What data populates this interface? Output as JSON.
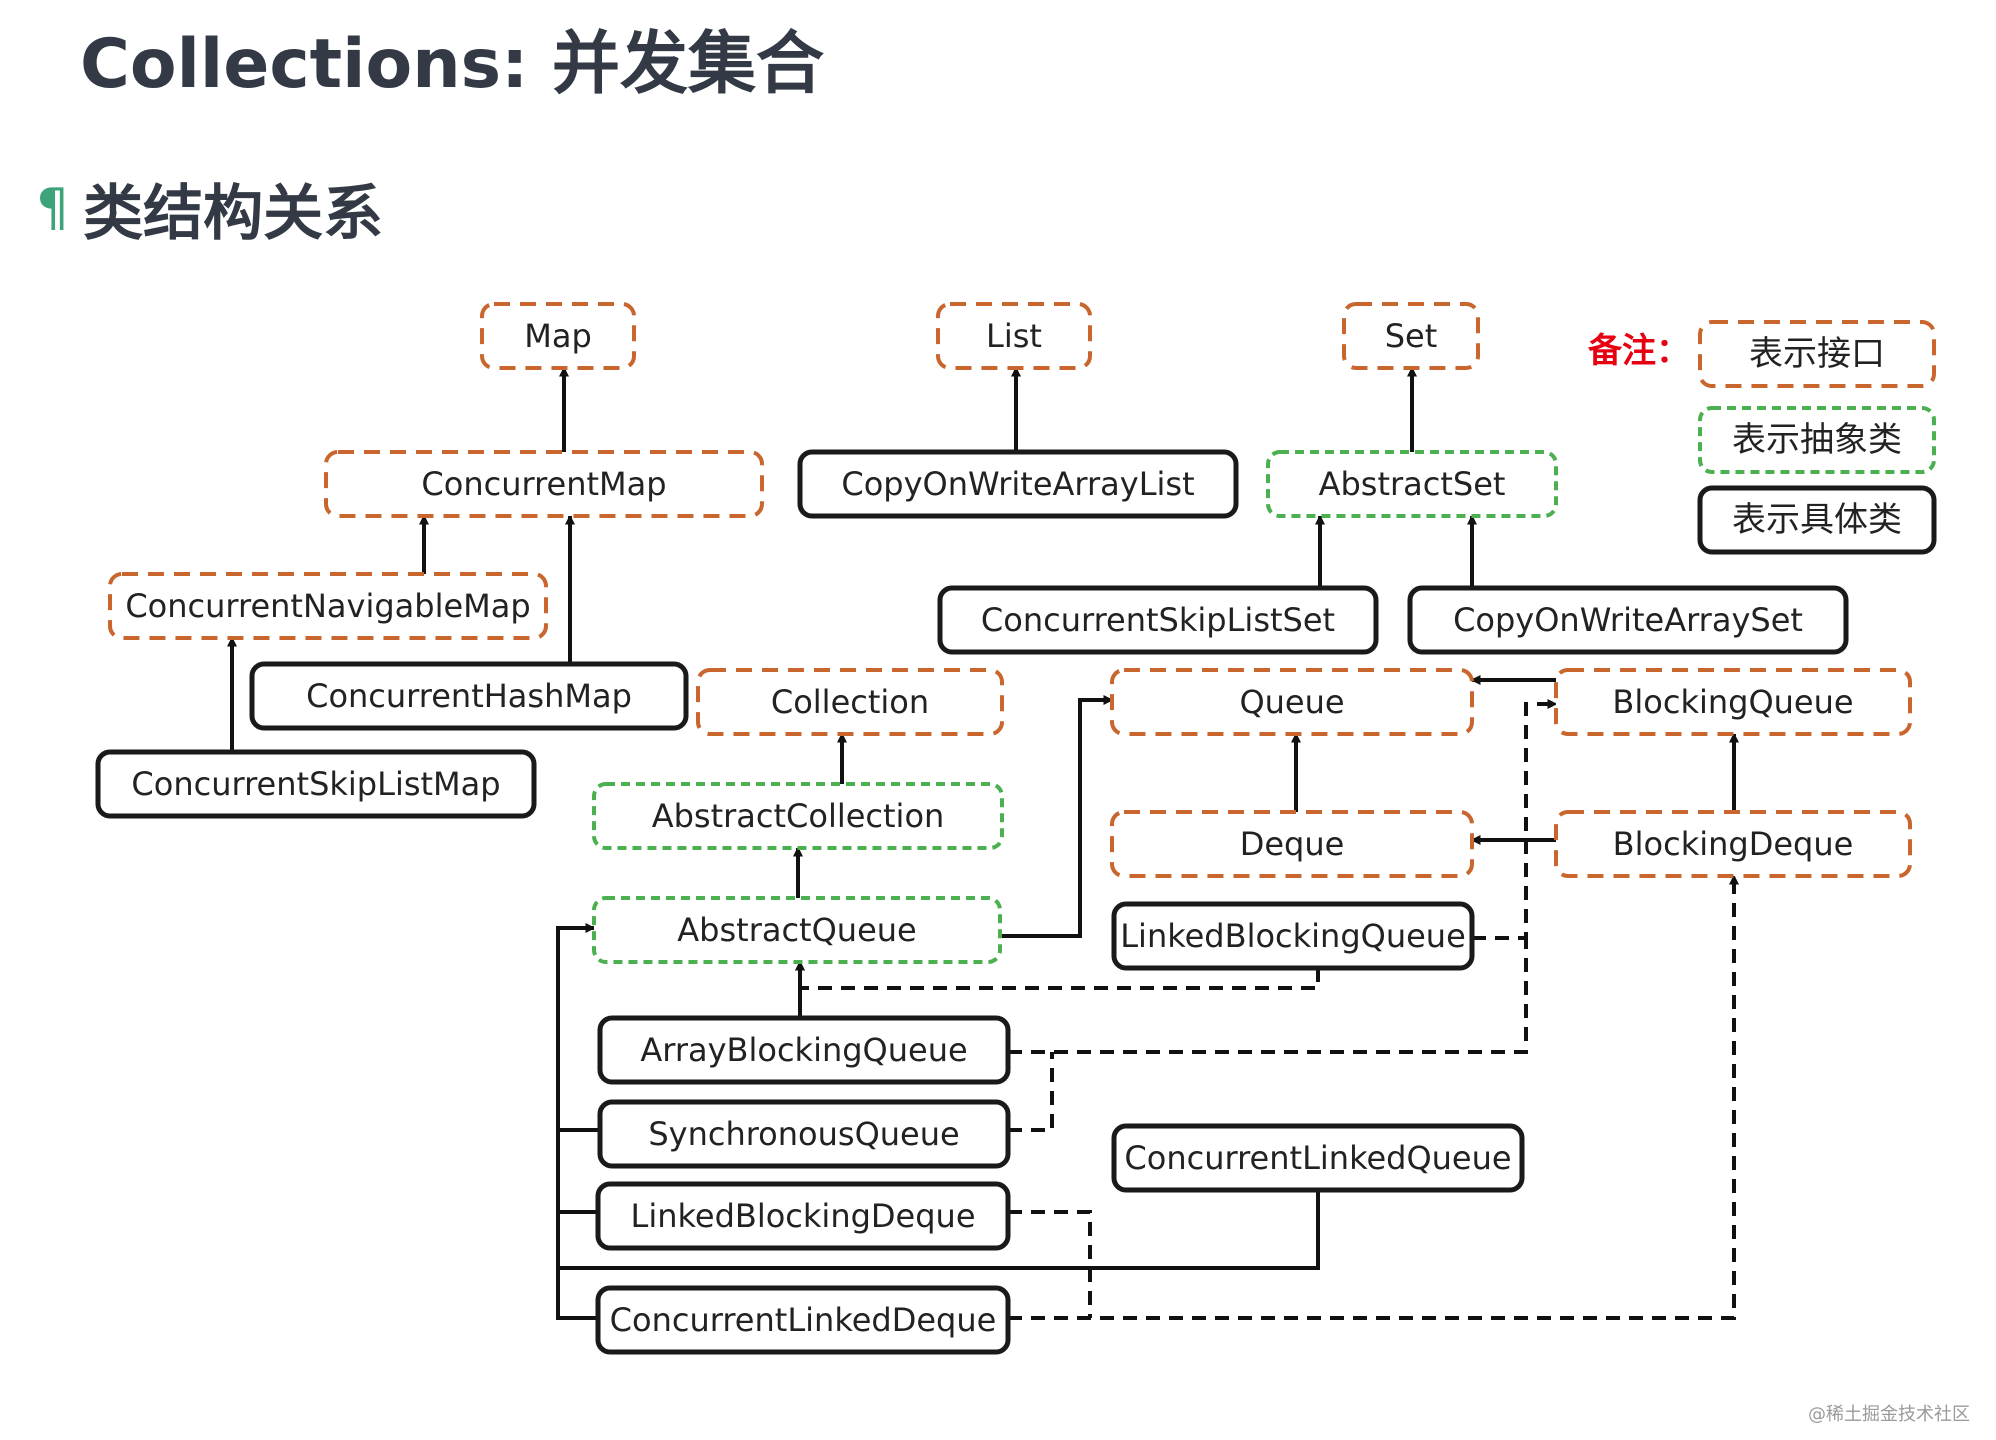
{
  "title": "Collections: 并发集合",
  "section": {
    "marker": "¶",
    "heading": "类结构关系"
  },
  "legend": {
    "title": "备注：",
    "items": [
      {
        "kind": "interface",
        "label": "表示接口"
      },
      {
        "kind": "abstract",
        "label": "表示抽象类"
      },
      {
        "kind": "concrete",
        "label": "表示具体类"
      }
    ]
  },
  "colors": {
    "interface": "#c8662e",
    "abstract": "#4caf50",
    "concrete": "#1a1a1a",
    "edge": "#111111"
  },
  "nodes": [
    {
      "id": "map",
      "kind": "interface",
      "label": "Map"
    },
    {
      "id": "list",
      "kind": "interface",
      "label": "List"
    },
    {
      "id": "set",
      "kind": "interface",
      "label": "Set"
    },
    {
      "id": "concurrentmap",
      "kind": "interface",
      "label": "ConcurrentMap"
    },
    {
      "id": "copyonwritearraylist",
      "kind": "concrete",
      "label": "CopyOnWriteArrayList"
    },
    {
      "id": "abstractset",
      "kind": "abstract",
      "label": "AbstractSet"
    },
    {
      "id": "concurrentnavigablemap",
      "kind": "interface",
      "label": "ConcurrentNavigableMap"
    },
    {
      "id": "concurrentskiplistset",
      "kind": "concrete",
      "label": "ConcurrentSkipListSet"
    },
    {
      "id": "copyonwritearrayset",
      "kind": "concrete",
      "label": "CopyOnWriteArraySet"
    },
    {
      "id": "concurrenthashmap",
      "kind": "concrete",
      "label": "ConcurrentHashMap"
    },
    {
      "id": "collection",
      "kind": "interface",
      "label": "Collection"
    },
    {
      "id": "queue",
      "kind": "interface",
      "label": "Queue"
    },
    {
      "id": "blockingqueue",
      "kind": "interface",
      "label": "BlockingQueue"
    },
    {
      "id": "concurrentskiplistmap",
      "kind": "concrete",
      "label": "ConcurrentSkipListMap"
    },
    {
      "id": "abstractcollection",
      "kind": "abstract",
      "label": "AbstractCollection"
    },
    {
      "id": "deque",
      "kind": "interface",
      "label": "Deque"
    },
    {
      "id": "blockingdeque",
      "kind": "interface",
      "label": "BlockingDeque"
    },
    {
      "id": "abstractqueue",
      "kind": "abstract",
      "label": "AbstractQueue"
    },
    {
      "id": "linkedblockingqueue",
      "kind": "concrete",
      "label": "LinkedBlockingQueue"
    },
    {
      "id": "arrayblockingqueue",
      "kind": "concrete",
      "label": "ArrayBlockingQueue"
    },
    {
      "id": "synchronousqueue",
      "kind": "concrete",
      "label": "SynchronousQueue"
    },
    {
      "id": "concurrentlinkedqueue",
      "kind": "concrete",
      "label": "ConcurrentLinkedQueue"
    },
    {
      "id": "linkedblockingdeque",
      "kind": "concrete",
      "label": "LinkedBlockingDeque"
    },
    {
      "id": "concurrentlinkeddeque",
      "kind": "concrete",
      "label": "ConcurrentLinkedDeque"
    }
  ],
  "edges": [
    {
      "from": "concurrentmap",
      "to": "map",
      "style": "solid"
    },
    {
      "from": "copyonwritearraylist",
      "to": "list",
      "style": "solid"
    },
    {
      "from": "abstractset",
      "to": "set",
      "style": "solid"
    },
    {
      "from": "concurrentnavigablemap",
      "to": "concurrentmap",
      "style": "solid"
    },
    {
      "from": "concurrenthashmap",
      "to": "concurrentmap",
      "style": "solid"
    },
    {
      "from": "concurrentskiplistset",
      "to": "abstractset",
      "style": "solid"
    },
    {
      "from": "copyonwritearrayset",
      "to": "abstractset",
      "style": "solid"
    },
    {
      "from": "concurrentskiplistmap",
      "to": "concurrentnavigablemap",
      "style": "solid"
    },
    {
      "from": "abstractcollection",
      "to": "collection",
      "style": "solid"
    },
    {
      "from": "abstractqueue",
      "to": "abstractcollection",
      "style": "solid"
    },
    {
      "from": "abstractqueue",
      "to": "queue",
      "style": "solid"
    },
    {
      "from": "deque",
      "to": "queue",
      "style": "solid"
    },
    {
      "from": "blockingqueue",
      "to": "queue",
      "style": "solid"
    },
    {
      "from": "blockingdeque",
      "to": "deque",
      "style": "solid"
    },
    {
      "from": "blockingdeque",
      "to": "blockingqueue",
      "style": "solid"
    },
    {
      "from": "arrayblockingqueue",
      "to": "abstractqueue",
      "style": "solid"
    },
    {
      "from": "synchronousqueue",
      "to": "abstractqueue",
      "style": "solid"
    },
    {
      "from": "linkedblockingdeque",
      "to": "abstractqueue",
      "style": "solid"
    },
    {
      "from": "concurrentlinkeddeque",
      "to": "abstractqueue",
      "style": "solid"
    },
    {
      "from": "concurrentlinkedqueue",
      "to": "abstractqueue",
      "style": "solid"
    },
    {
      "from": "linkedblockingqueue",
      "to": "abstractqueue",
      "style": "dashed"
    },
    {
      "from": "linkedblockingqueue",
      "to": "blockingqueue",
      "style": "dashed"
    },
    {
      "from": "arrayblockingqueue",
      "to": "blockingqueue",
      "style": "dashed"
    },
    {
      "from": "synchronousqueue",
      "to": "blockingqueue",
      "style": "dashed"
    },
    {
      "from": "linkedblockingdeque",
      "to": "blockingdeque",
      "style": "dashed"
    },
    {
      "from": "concurrentlinkeddeque",
      "to": "deque",
      "style": "dashed"
    }
  ],
  "watermark": "@稀土掘金技术社区"
}
